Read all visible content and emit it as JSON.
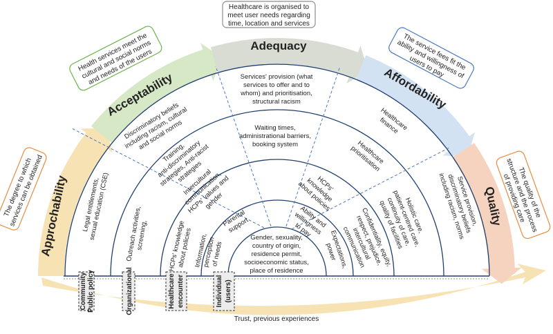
{
  "colors": {
    "approachability": "#f7e2b4",
    "acceptability": "#d7e8c6",
    "adequacy": "#d9dcd3",
    "affordability": "#d3e2f2",
    "quality": "#f6d3bf",
    "ring": "#1f3f6f",
    "spoke": "#4a78c0",
    "note_green": "#6db24a",
    "note_grey": "#8c8c8c",
    "note_blue": "#4a78c0",
    "note_orange": "#e88a3e"
  },
  "dimensions": {
    "approachability": "Approchability",
    "acceptability": "Acceptability",
    "adequacy": "Adequacy",
    "affordability": "Affordability",
    "quality": "Quality"
  },
  "notes": {
    "acceptability": [
      "Health services meet the",
      "cultural and social norms",
      "and needs of the users"
    ],
    "adequacy": [
      "Healthcare is organised to",
      "meet user needs regarding",
      "time, location and services"
    ],
    "affordability": [
      "The service fees fit the",
      "ability and willingness of",
      "users to pay"
    ],
    "approachability": [
      "The degree to which",
      "services can be obtained"
    ],
    "quality": [
      "The quality of the",
      "structure and the process",
      "of providing care"
    ]
  },
  "levels": {
    "community": [
      "Community",
      "Public policy"
    ],
    "organizational": [
      "Organizational"
    ],
    "healthcare": [
      "Healthcare",
      "encounter"
    ],
    "individual": [
      "Individual",
      "(users)"
    ]
  },
  "center": [
    "Gender, sexuality,",
    "country of origin,",
    "residence permit,",
    "socioeconomic status,",
    "place of residence"
  ],
  "cells": {
    "individual": {
      "information": [
        "Information,",
        "perception",
        "of needs"
      ],
      "parental": [
        "Parental",
        "support"
      ],
      "ability": [
        "Ability and",
        "willingness",
        "to pay"
      ],
      "expectations": [
        "Expectations,",
        "power"
      ]
    },
    "healthcare": {
      "hcp_policies": [
        "HCPs' knowledge",
        "about policies"
      ],
      "intercultural": [
        "Intercultural",
        "communication,",
        "HCPs' values and",
        "gender"
      ],
      "hcp_knowledge": [
        "HCPs'",
        "knowledge",
        "about policies"
      ],
      "confidentiality": [
        "Confidentiality, equity,",
        "respect, prejudice,",
        "intercultural",
        "communication"
      ]
    },
    "organizational": {
      "outreach": [
        "Outreach activities,",
        "screening,"
      ],
      "training": [
        "Training,",
        "anti-discriminatory",
        "strategies, Anti-racist",
        "strategies"
      ],
      "waiting": [
        "Waiting times,",
        "administrational barriers,",
        "booking system"
      ],
      "prioritisation": [
        "Healthcare",
        "prioritisation"
      ],
      "holistic": [
        "Holistic care,",
        "patient-centred care,",
        "continuity of care,",
        "quality of facilities"
      ]
    },
    "community": {
      "legal": [
        "Legal entitlements,",
        "sexual education (CSE)"
      ],
      "discriminatory": [
        "Discriminatory beliefs",
        "including racism, cultural",
        "and social norms"
      ],
      "services": [
        "Services' provision (what",
        "services to offer and to",
        "whom) and prioritisation,",
        "structural racism"
      ],
      "finance": [
        "Healthcare",
        "finance"
      ],
      "provision": [
        "Service provision,",
        "discriminatory beliefs",
        "including racism, norms"
      ]
    }
  },
  "trust": "Trust, previous experiences"
}
